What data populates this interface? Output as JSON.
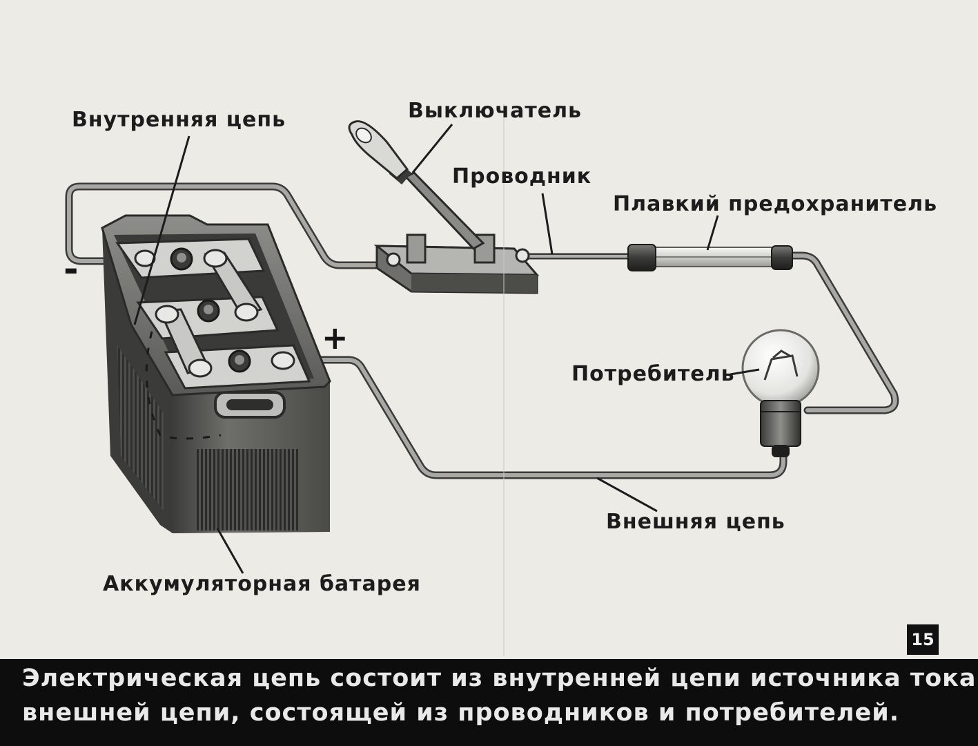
{
  "labels": {
    "internal_circuit": "Внутренняя цепь",
    "switch": "Выключатель",
    "conductor": "Проводник",
    "fuse": "Плавкий предохранитель",
    "consumer": "Потребитель",
    "external_circuit": "Внешняя цепь",
    "battery": "Аккумуляторная батарея"
  },
  "terminals": {
    "minus": "-",
    "plus": "+"
  },
  "page_number": "15",
  "caption": {
    "line1": "Электрическая  цепь  состоит  из  внутренней  цепи  источника  тока  и",
    "line2": "внешней  цепи,  состоящей  из  проводников  и  потребителей."
  },
  "colors": {
    "background": "#ecebe6",
    "wire": "#8a8a86",
    "wire_shadow": "#3a3a38",
    "caption_bg": "#0d0d0d",
    "caption_text": "#e9e9e9"
  }
}
